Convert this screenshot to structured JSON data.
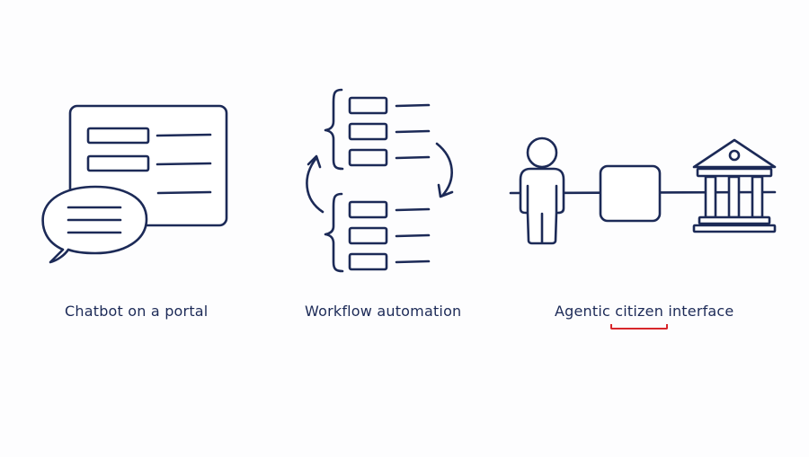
{
  "panels": [
    {
      "id": "chatbot",
      "caption": "Chatbot on a portal"
    },
    {
      "id": "workflow",
      "caption": "Workflow automation"
    },
    {
      "id": "agentic",
      "caption": "Agentic citizen interface",
      "highlighted_word": "citizen"
    }
  ],
  "colors": {
    "ink": "#1c2a57",
    "accent": "#d8262b",
    "background": "#fdfdfe"
  },
  "icons": [
    "portal-window-icon",
    "speech-bubble-icon",
    "workflow-list-icon",
    "cycle-arrow-icon",
    "person-icon",
    "agent-box-icon",
    "government-building-icon"
  ]
}
